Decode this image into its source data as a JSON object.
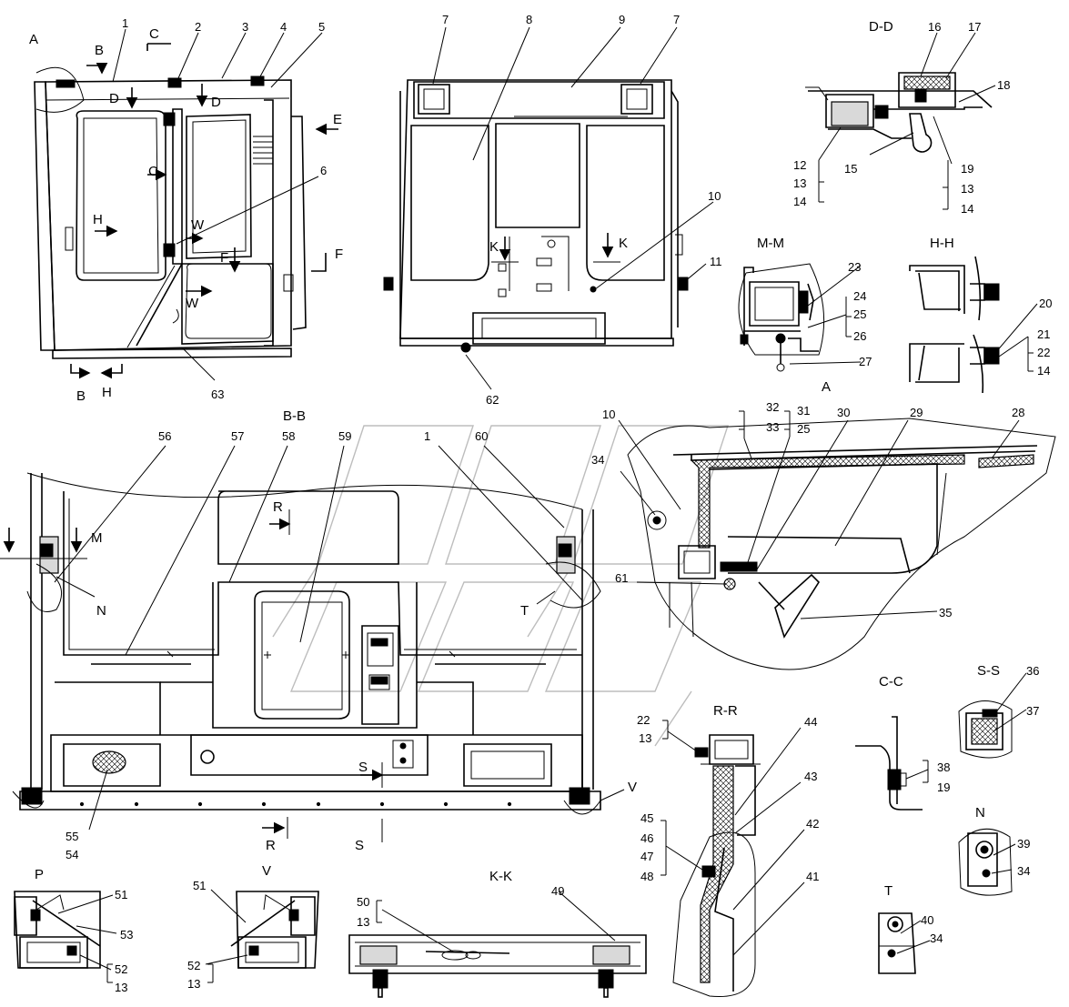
{
  "section_titles": {
    "dd": "D-D",
    "mm": "M-M",
    "hh": "H-H",
    "bb": "B-B",
    "a": "A",
    "rr": "R-R",
    "cc": "C-C",
    "ss": "S-S",
    "n": "N",
    "t": "T",
    "p": "P",
    "v": "V",
    "kk": "K-K"
  },
  "callouts": [
    {
      "id": "c-a1",
      "text": "A"
    },
    {
      "id": "c-b1",
      "text": "B"
    },
    {
      "id": "c-c1",
      "text": "C"
    },
    {
      "id": "c-d1",
      "text": "D"
    },
    {
      "id": "c-d2",
      "text": "D"
    },
    {
      "id": "c-c2",
      "text": "C"
    },
    {
      "id": "c-e1",
      "text": "E"
    },
    {
      "id": "c-h1",
      "text": "H"
    },
    {
      "id": "c-w1",
      "text": "W"
    },
    {
      "id": "c-f1",
      "text": "F"
    },
    {
      "id": "c-f2",
      "text": "F"
    },
    {
      "id": "c-w2",
      "text": "W"
    },
    {
      "id": "c-b2",
      "text": "B"
    },
    {
      "id": "c-h2",
      "text": "H"
    },
    {
      "id": "c-1",
      "text": "1"
    },
    {
      "id": "c-2",
      "text": "2"
    },
    {
      "id": "c-3",
      "text": "3"
    },
    {
      "id": "c-4",
      "text": "4"
    },
    {
      "id": "c-5",
      "text": "5"
    },
    {
      "id": "c-6",
      "text": "6"
    },
    {
      "id": "c-63",
      "text": "63"
    },
    {
      "id": "c-7a",
      "text": "7"
    },
    {
      "id": "c-8",
      "text": "8"
    },
    {
      "id": "c-9",
      "text": "9"
    },
    {
      "id": "c-7b",
      "text": "7"
    },
    {
      "id": "c-10a",
      "text": "10"
    },
    {
      "id": "c-11",
      "text": "11"
    },
    {
      "id": "c-k1",
      "text": "K"
    },
    {
      "id": "c-k2",
      "text": "K"
    },
    {
      "id": "c-62",
      "text": "62"
    },
    {
      "id": "c-16",
      "text": "16"
    },
    {
      "id": "c-17",
      "text": "17"
    },
    {
      "id": "c-18",
      "text": "18"
    },
    {
      "id": "c-12",
      "text": "12"
    },
    {
      "id": "c-13a",
      "text": "13"
    },
    {
      "id": "c-14a",
      "text": "14"
    },
    {
      "id": "c-15",
      "text": "15"
    },
    {
      "id": "c-19a",
      "text": "19"
    },
    {
      "id": "c-13b",
      "text": "13"
    },
    {
      "id": "c-14b",
      "text": "14"
    },
    {
      "id": "c-23",
      "text": "23"
    },
    {
      "id": "c-24",
      "text": "24"
    },
    {
      "id": "c-25a",
      "text": "25"
    },
    {
      "id": "c-26",
      "text": "26"
    },
    {
      "id": "c-27",
      "text": "27"
    },
    {
      "id": "c-20",
      "text": "20"
    },
    {
      "id": "c-21",
      "text": "21"
    },
    {
      "id": "c-22a",
      "text": "22"
    },
    {
      "id": "c-14c",
      "text": "14"
    },
    {
      "id": "c-56",
      "text": "56"
    },
    {
      "id": "c-57",
      "text": "57"
    },
    {
      "id": "c-58",
      "text": "58"
    },
    {
      "id": "c-59",
      "text": "59"
    },
    {
      "id": "c-1b",
      "text": "1"
    },
    {
      "id": "c-60",
      "text": "60"
    },
    {
      "id": "c-m",
      "text": "M"
    },
    {
      "id": "c-n",
      "text": "N"
    },
    {
      "id": "c-r1",
      "text": "R"
    },
    {
      "id": "c-t",
      "text": "T"
    },
    {
      "id": "c-s1",
      "text": "S"
    },
    {
      "id": "c-v",
      "text": "V"
    },
    {
      "id": "c-55",
      "text": "55"
    },
    {
      "id": "c-54",
      "text": "54"
    },
    {
      "id": "c-r2",
      "text": "R"
    },
    {
      "id": "c-s2",
      "text": "S"
    },
    {
      "id": "c-10b",
      "text": "10"
    },
    {
      "id": "c-32",
      "text": "32"
    },
    {
      "id": "c-33",
      "text": "33"
    },
    {
      "id": "c-31",
      "text": "31"
    },
    {
      "id": "c-25b",
      "text": "25"
    },
    {
      "id": "c-30",
      "text": "30"
    },
    {
      "id": "c-29",
      "text": "29"
    },
    {
      "id": "c-28",
      "text": "28"
    },
    {
      "id": "c-34a",
      "text": "34"
    },
    {
      "id": "c-61",
      "text": "61"
    },
    {
      "id": "c-35",
      "text": "35"
    },
    {
      "id": "c-22b",
      "text": "22"
    },
    {
      "id": "c-13c",
      "text": "13"
    },
    {
      "id": "c-44",
      "text": "44"
    },
    {
      "id": "c-43",
      "text": "43"
    },
    {
      "id": "c-42",
      "text": "42"
    },
    {
      "id": "c-41",
      "text": "41"
    },
    {
      "id": "c-45",
      "text": "45"
    },
    {
      "id": "c-46",
      "text": "46"
    },
    {
      "id": "c-47",
      "text": "47"
    },
    {
      "id": "c-48",
      "text": "48"
    },
    {
      "id": "c-38",
      "text": "38"
    },
    {
      "id": "c-19b",
      "text": "19"
    },
    {
      "id": "c-36",
      "text": "36"
    },
    {
      "id": "c-37",
      "text": "37"
    },
    {
      "id": "c-39",
      "text": "39"
    },
    {
      "id": "c-34b",
      "text": "34"
    },
    {
      "id": "c-40",
      "text": "40"
    },
    {
      "id": "c-34c",
      "text": "34"
    },
    {
      "id": "c-51a",
      "text": "51"
    },
    {
      "id": "c-53",
      "text": "53"
    },
    {
      "id": "c-52a",
      "text": "52"
    },
    {
      "id": "c-13d",
      "text": "13"
    },
    {
      "id": "c-51b",
      "text": "51"
    },
    {
      "id": "c-52b",
      "text": "52"
    },
    {
      "id": "c-13e",
      "text": "13"
    },
    {
      "id": "c-50",
      "text": "50"
    },
    {
      "id": "c-13f",
      "text": "13"
    },
    {
      "id": "c-49",
      "text": "49"
    }
  ]
}
